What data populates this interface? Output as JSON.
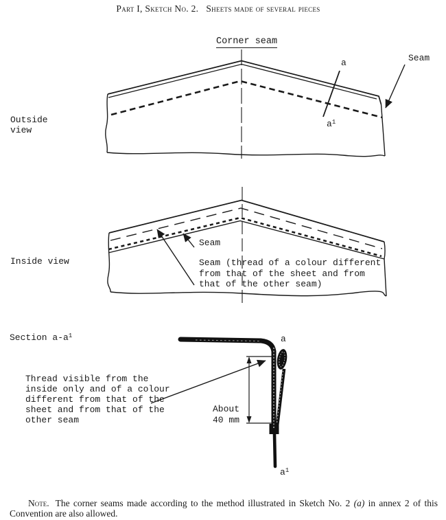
{
  "page": {
    "title": "Part I, Sketch No. 2.   Sheets made of several pieces"
  },
  "outside_view": {
    "heading": "Corner seam",
    "side_label": "Outside\nview",
    "label_a": "a",
    "label_a1_base": "a",
    "label_a1_sup": "1",
    "seam_label": "Seam"
  },
  "inside_view": {
    "side_label": "Inside view",
    "seam_label": "Seam",
    "seam_note": "Seam (thread of a colour different\nfrom that of the sheet and from\nthat of the other seam)"
  },
  "section": {
    "side_label_base": "Section a-a",
    "side_label_sup": "1",
    "thread_note": "Thread visible from the\ninside only and of a colour\ndifferent from that of the\nsheet and from that of the\nother seam",
    "dimension": "About\n40 mm",
    "label_a": "a",
    "label_a1_base": "a",
    "label_a1_sup": "1"
  },
  "note": {
    "label": "Note.",
    "body1": "The corner seams made according to the method illustrated in Sketch No. 2 ",
    "italic": "(a)",
    "body2": " in annex 2 of this Convention are also allowed."
  },
  "colors": {
    "ink": "#1a1a1a",
    "paper": "#ffffff"
  }
}
